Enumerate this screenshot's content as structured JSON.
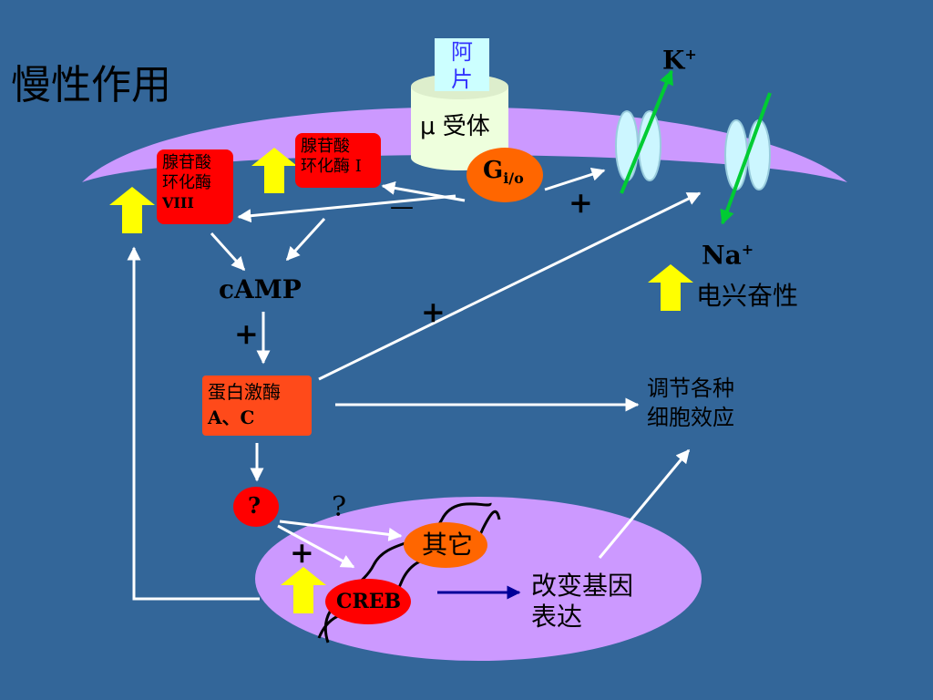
{
  "title": "慢性作用",
  "receptor": {
    "drug": "阿片",
    "receptor_label": "μ 受体"
  },
  "gio": {
    "main": "G",
    "sub": "i/o"
  },
  "enzymes": {
    "ac1": {
      "line1": "腺苷酸",
      "line2": "环化酶 I"
    },
    "ac8": {
      "line1": "腺苷酸",
      "line2": "环化酶",
      "line3": "VIII"
    }
  },
  "camp": "cAMP",
  "pk": {
    "line1": "蛋白激酶",
    "line2": "A、C"
  },
  "question_node": "?",
  "question_mark": "?",
  "other": "其它",
  "creb": "CREB",
  "ions": {
    "k_base": "K",
    "k_sup": "+",
    "na_base": "Na",
    "na_sup": "+"
  },
  "signs": {
    "minus": "—",
    "plus_gio": "+",
    "plus_camp": "+",
    "plus_pk": "+",
    "plus_creb": "+"
  },
  "excitability": "电兴奋性",
  "regulate": {
    "line1": "调节各种",
    "line2": "细胞效应"
  },
  "gene": {
    "line1": "改变基因",
    "line2": "表达"
  },
  "colors": {
    "background": "#336699",
    "membrane": "#cc99ff",
    "nucleus": "#cc99ff",
    "enzyme_box": "#ff0000",
    "kinase_box": "#ff4a1a",
    "gio_ellipse": "#ff6600",
    "up_arrow": "#ffff00",
    "ion_arrow": "#00cc33",
    "creb_arrow": "#000099",
    "flow_arrow": "#ffffff"
  }
}
